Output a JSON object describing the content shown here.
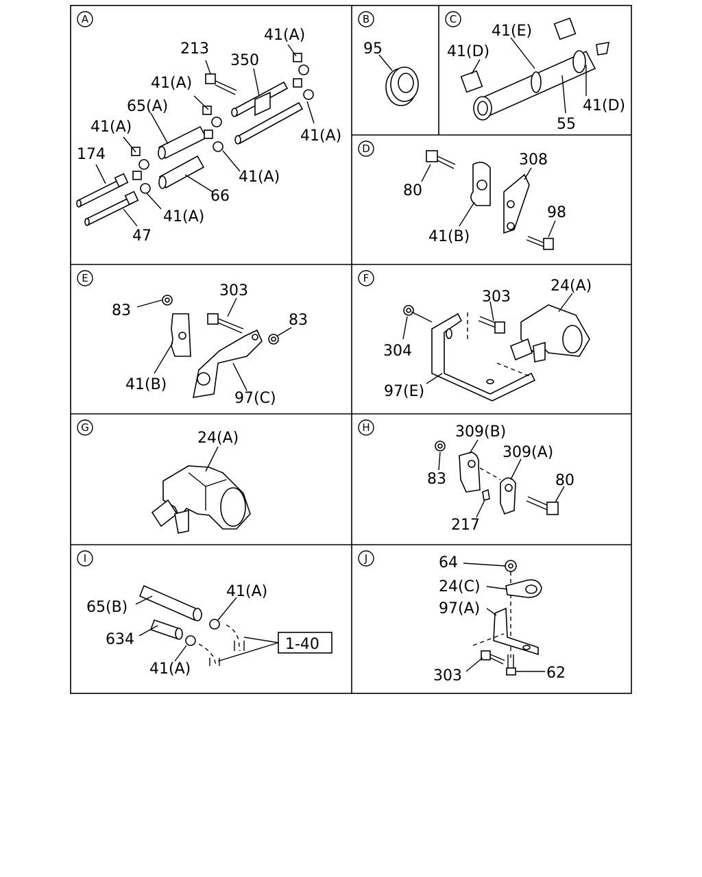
{
  "sections": [
    {
      "letter": "A",
      "labels": {
        "p213": "213",
        "p350": "350",
        "c41a1": "41(A)",
        "c41a2": "41(A)",
        "c41a3": "41(A)",
        "c41a4": "41(A)",
        "c41a5": "41(A)",
        "c41a6": "41(A)",
        "p65a": "65(A)",
        "p174": "174",
        "p66": "66",
        "p47": "47"
      }
    },
    {
      "letter": "B",
      "labels": {
        "p95": "95"
      }
    },
    {
      "letter": "C",
      "labels": {
        "c41e": "41(E)",
        "c41d1": "41(D)",
        "c41d2": "41(D)",
        "p55": "55"
      }
    },
    {
      "letter": "D",
      "labels": {
        "p308": "308",
        "p80": "80",
        "p98": "98",
        "c41b": "41(B)"
      }
    },
    {
      "letter": "E",
      "labels": {
        "p83a": "83",
        "p303": "303",
        "p83b": "83",
        "c41b": "41(B)",
        "p97c": "97(C)"
      }
    },
    {
      "letter": "F",
      "labels": {
        "p303": "303",
        "p24a": "24(A)",
        "p304": "304",
        "p97e": "97(E)"
      }
    },
    {
      "letter": "G",
      "labels": {
        "p24a": "24(A)"
      }
    },
    {
      "letter": "H",
      "labels": {
        "p309b": "309(B)",
        "p309a": "309(A)",
        "p83": "83",
        "p80": "80",
        "p217": "217"
      }
    },
    {
      "letter": "I",
      "labels": {
        "c41a1": "41(A)",
        "p65b": "65(B)",
        "p634": "634",
        "c41a2": "41(A)",
        "ref": "1-40"
      }
    },
    {
      "letter": "J",
      "labels": {
        "p64": "64",
        "p24c": "24(C)",
        "p97a": "97(A)",
        "p303": "303",
        "p62": "62"
      }
    }
  ],
  "colors": {
    "line": "#000000",
    "background": "#ffffff",
    "shade": "#bbbbbb"
  }
}
